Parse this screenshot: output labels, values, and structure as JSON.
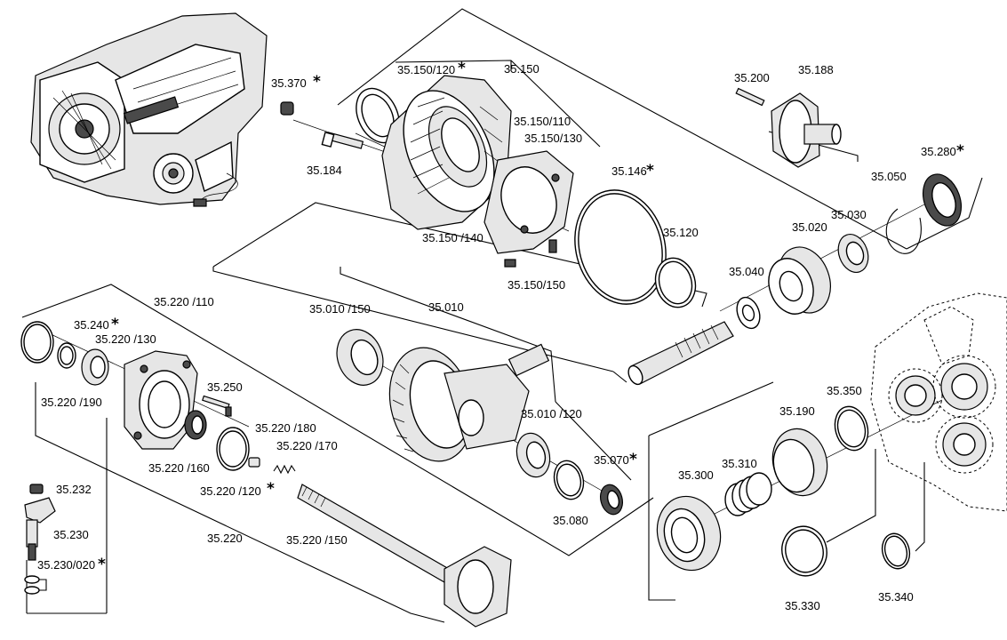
{
  "diagram": {
    "labels": {
      "p35370": "35.370",
      "p35150_120": "35.150/120",
      "p35150": "35.150",
      "p35150_110": "35.150/110",
      "p35150_130": "35.150/130",
      "p35184": "35.184",
      "p35200": "35.200",
      "p35188": "35.188",
      "p35146": "35.146",
      "p35280": "35.280",
      "p35050": "35.050",
      "p35030": "35.030",
      "p35020": "35.020",
      "p35120": "35.120",
      "p35150_140": "35.150 /140",
      "p35150_150": "35.150/150",
      "p35040": "35.040",
      "p35010": "35.010",
      "p35010_150": "35.010 /150",
      "p35220_110": "35.220 /110",
      "p35240": "35.240",
      "p35220_130": "35.220 /130",
      "p35250": "35.250",
      "p35220_190": "35.220 /190",
      "p35220_180": "35.220 /180",
      "p35220_170": "35.220 /170",
      "p35220_160": "35.220 /160",
      "p35220_120": "35.220 /120",
      "p35010_120": "35.010 /120",
      "p35070": "35.070",
      "p35080": "35.080",
      "p35232": "35.232",
      "p35230": "35.230",
      "p35230_020": "35.230/020",
      "p35220": "35.220",
      "p35220_150": "35.220 /150",
      "p35350": "35.350",
      "p35190": "35.190",
      "p35300": "35.300",
      "p35310": "35.310",
      "p35330": "35.330",
      "p35340": "35.340"
    },
    "asterisk": "*"
  }
}
